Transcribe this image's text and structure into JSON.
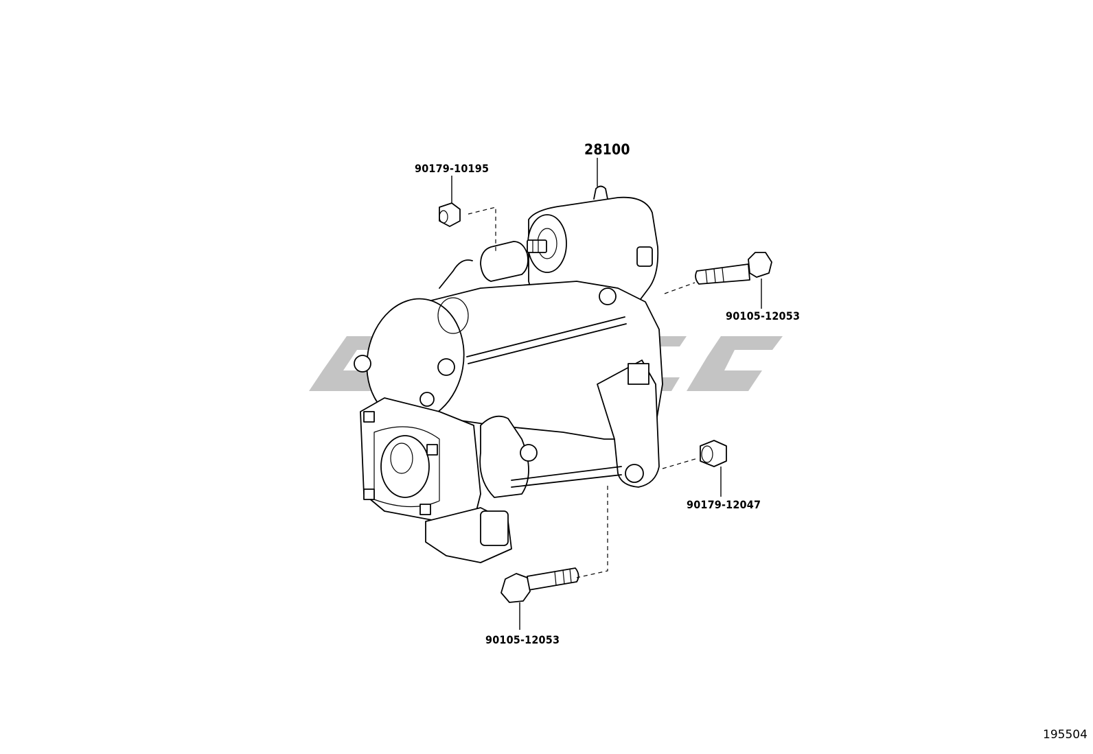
{
  "diagram": {
    "watermark_color": "#c4c4c4",
    "line_color": "#000000",
    "background": "#ffffff",
    "assembly_label": "28100",
    "callouts": [
      {
        "id": "nut-top",
        "part_number": "90179-10195"
      },
      {
        "id": "bolt-right",
        "part_number": "90105-12053"
      },
      {
        "id": "nut-right",
        "part_number": "90179-12047"
      },
      {
        "id": "bolt-bottom",
        "part_number": "90105-12053"
      }
    ],
    "diagram_number": "195504"
  }
}
